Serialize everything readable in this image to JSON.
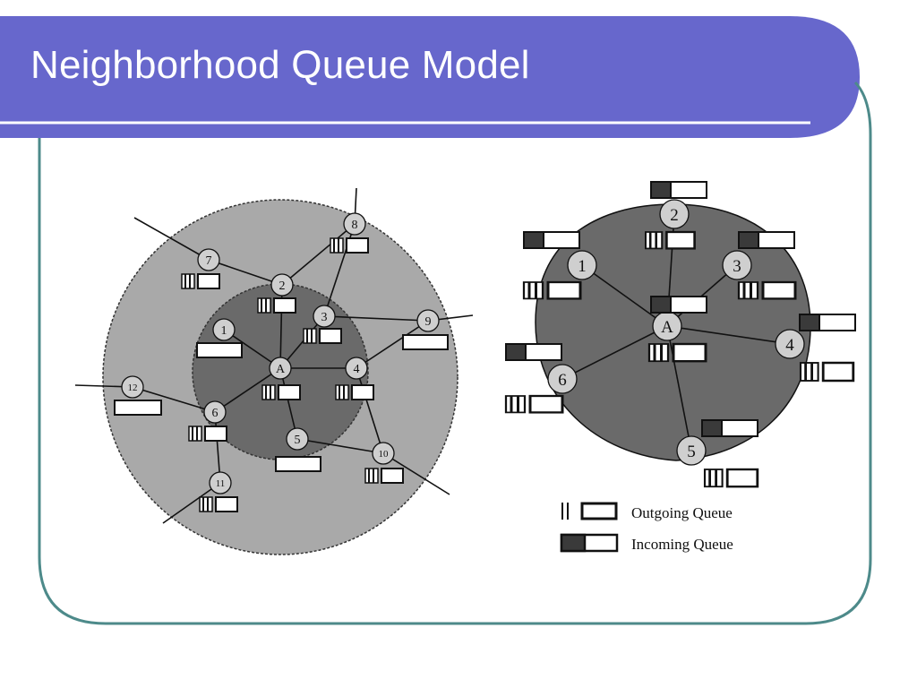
{
  "slide": {
    "title": "Neighborhood Queue Model",
    "colors": {
      "header_bg": "#6767cc",
      "frame_stroke": "#4d8a8a",
      "title_text": "#ffffff"
    }
  },
  "left_diagram": {
    "center_node": "A",
    "inner_ring_nodes": [
      "1",
      "2",
      "3",
      "4",
      "5",
      "6"
    ],
    "outer_ring_nodes": [
      "7",
      "8",
      "9",
      "10",
      "11",
      "12"
    ]
  },
  "right_diagram": {
    "center_node": "A",
    "neighbor_nodes": [
      "1",
      "2",
      "3",
      "4",
      "5",
      "6"
    ]
  },
  "legend": {
    "outgoing": "Outgoing Queue",
    "incoming": "Incoming Queue"
  }
}
